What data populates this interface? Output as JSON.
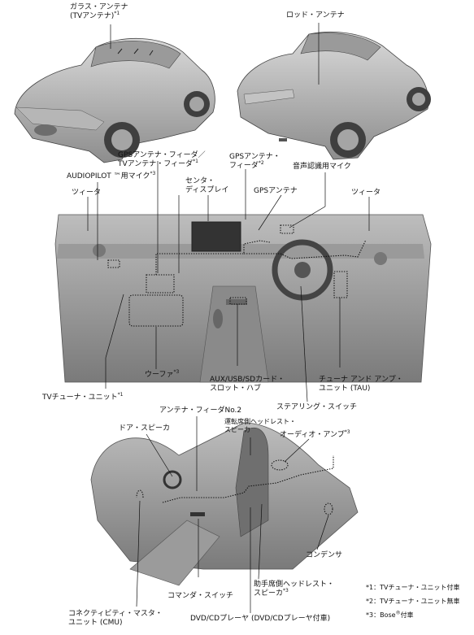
{
  "top_left": {
    "glass_antenna": {
      "line1": "ガラス・アンテナ",
      "line2": "(TVアンテナ)",
      "note": "*1"
    }
  },
  "top_right": {
    "rod_antenna": "ロッド・アンテナ"
  },
  "dashboard": {
    "gps_feeder_a": {
      "line1": "GPSアンテナ・フィーダ／",
      "line2": "TVアンテナ・フィーダ",
      "note": "*1"
    },
    "gps_feeder_b": {
      "line1": "GPSアンテナ・",
      "line2": "フィーダ",
      "note": "*2"
    },
    "voice_mic": "音声認識用マイク",
    "audiopilot_mic": {
      "text": "AUDIOPILOT ™用マイク",
      "note": "*3"
    },
    "center_display": {
      "line1": "センタ・",
      "line2": "ディスプレイ"
    },
    "gps_antenna": "GPSアンテナ",
    "tweeter_left": "ツィータ",
    "tweeter_right": "ツィータ",
    "woofer": {
      "text": "ウーファ",
      "note": "*3"
    },
    "tv_tuner": {
      "text": "TVチューナ・ユニット",
      "note": "*1"
    },
    "aux_hub": {
      "line1": "AUX/USB/SDカード・",
      "line2": "スロット・ハブ"
    },
    "tau": {
      "line1": "チューナ アンド アンプ・",
      "line2": "ユニット (TAU)"
    },
    "steering_switch": "ステアリング・スイッチ"
  },
  "interior": {
    "antenna_feeder_no2": "アンテナ・フィーダNo.2",
    "door_speaker": "ドア・スピーカ",
    "driver_headrest_speaker": {
      "line1": "運転席側ヘッドレスト・",
      "line2": "スピーカ"
    },
    "audio_amp": {
      "text": "オーディオ・アンプ",
      "note": "*3"
    },
    "condenser": "コンデンサ",
    "passenger_headrest_speaker": {
      "line1": "助手席側ヘッドレスト・",
      "line2": "スピーカ",
      "note": "*3"
    },
    "commander_switch": "コマンダ・スイッチ",
    "cmu": {
      "line1": "コネクティビティ・マスタ・",
      "line2": "ユニット (CMU)"
    },
    "dvd_player": "DVD/CDプレーヤ (DVD/CDプレーヤ付車)"
  },
  "footnotes": {
    "n1": "*1：TVチューナ・ユニット付車",
    "n2": "*2：TVチューナ・ユニット無車",
    "n3_prefix": "*3：Bose",
    "n3_mark": "®",
    "n3_suffix": "付車"
  }
}
